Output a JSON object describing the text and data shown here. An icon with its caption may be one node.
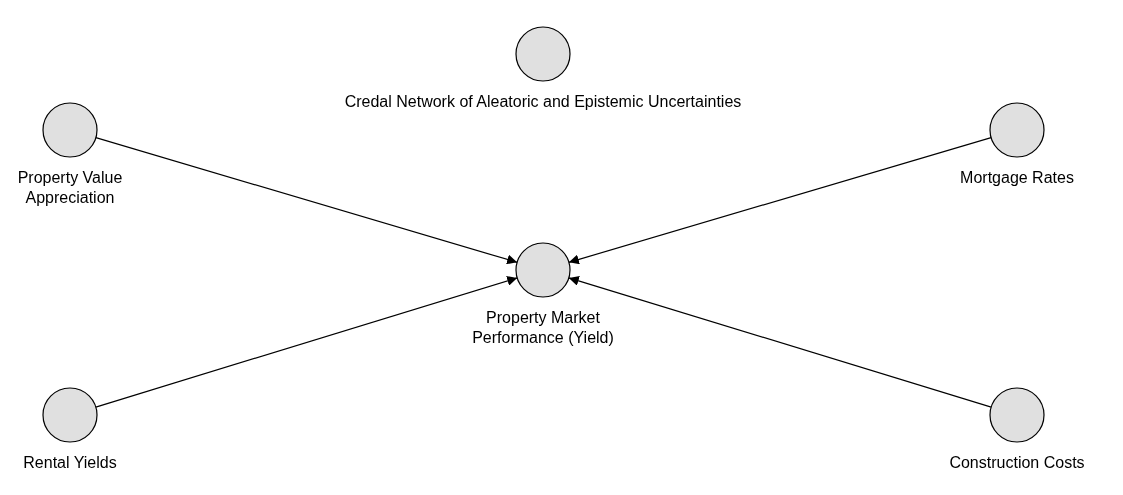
{
  "diagram": {
    "nodes": [
      {
        "text": [
          "Credal Network of Aleatoric and Epistemic Uncertainties"
        ]
      },
      {
        "text": [
          "Property Value Appreciation"
        ]
      },
      {
        "text": [
          "Mortgage Rates"
        ]
      },
      {
        "text": [
          "Property Market Performance (Yield)"
        ]
      },
      {
        "text": [
          "Rental Yields"
        ]
      },
      {
        "text": [
          "Construction Costs"
        ]
      }
    ],
    "edges": [
      {
        "from": 1,
        "to": 3,
        "arrow": "to"
      },
      {
        "from": 2,
        "to": 3,
        "arrow": "to"
      },
      {
        "from": 4,
        "to": 3,
        "arrow": "to"
      },
      {
        "from": 5,
        "to": 3,
        "arrow": "to"
      }
    ]
  }
}
